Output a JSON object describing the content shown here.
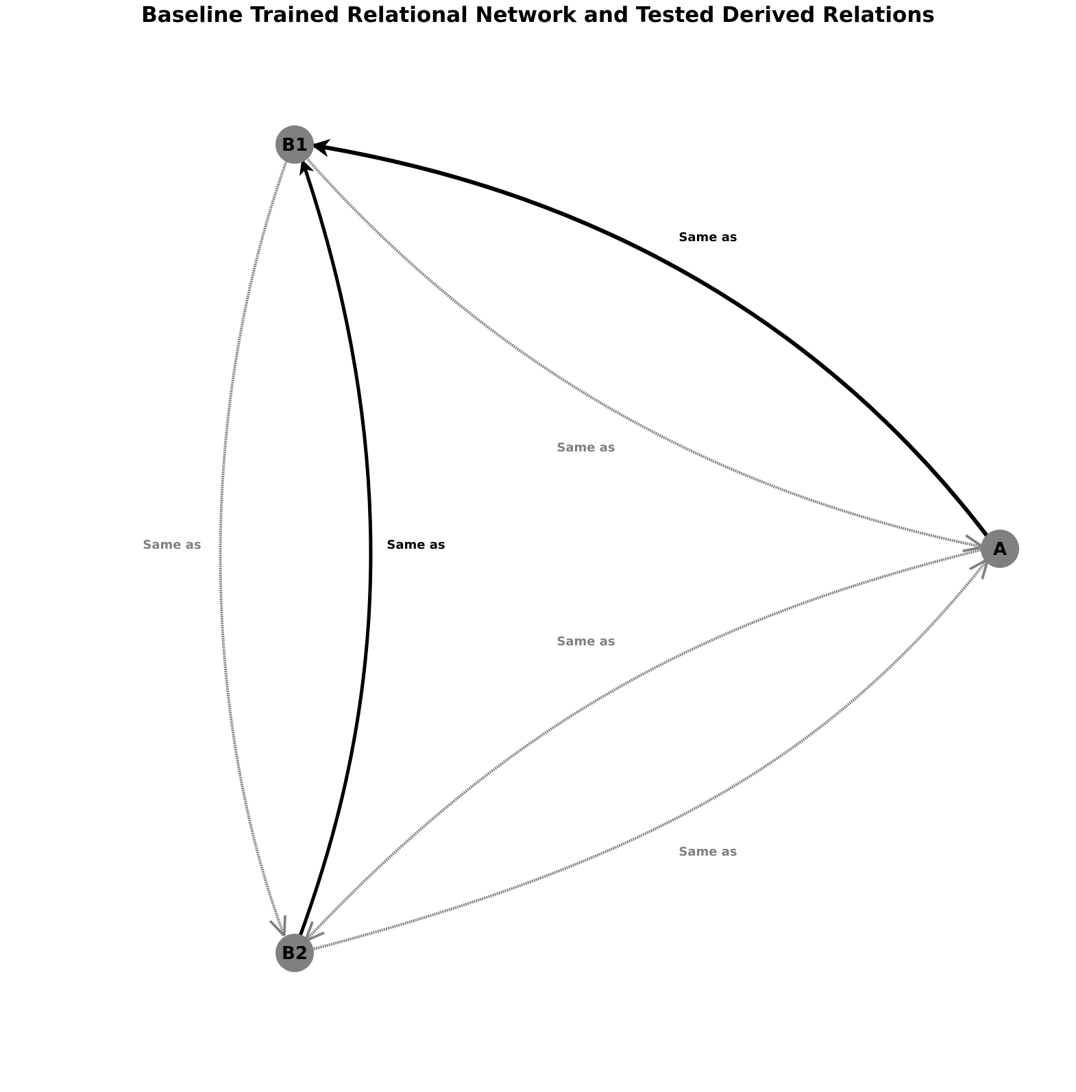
{
  "title": "Baseline Trained Relational Network and Tested Derived Relations",
  "colors": {
    "trained": "#000000",
    "derived": "#808080",
    "node_fill": "#808080",
    "node_text": "#000000"
  },
  "nodes": [
    {
      "id": "B1",
      "label": "B1"
    },
    {
      "id": "A",
      "label": "A"
    },
    {
      "id": "B2",
      "label": "B2"
    }
  ],
  "edges": [
    {
      "id": "a-b1",
      "from": "A",
      "to": "B1",
      "type": "trained",
      "label": "Same as"
    },
    {
      "id": "b2-b1",
      "from": "B2",
      "to": "B1",
      "type": "trained",
      "label": "Same as"
    },
    {
      "id": "b1-a",
      "from": "B1",
      "to": "A",
      "type": "derived",
      "label": "Same as"
    },
    {
      "id": "b1-b2",
      "from": "B1",
      "to": "B2",
      "type": "derived",
      "label": "Same as"
    },
    {
      "id": "b2-a",
      "from": "B2",
      "to": "A",
      "type": "derived",
      "label": "Same as"
    },
    {
      "id": "a-b2",
      "from": "A",
      "to": "B2",
      "type": "derived",
      "label": "Same as"
    }
  ]
}
